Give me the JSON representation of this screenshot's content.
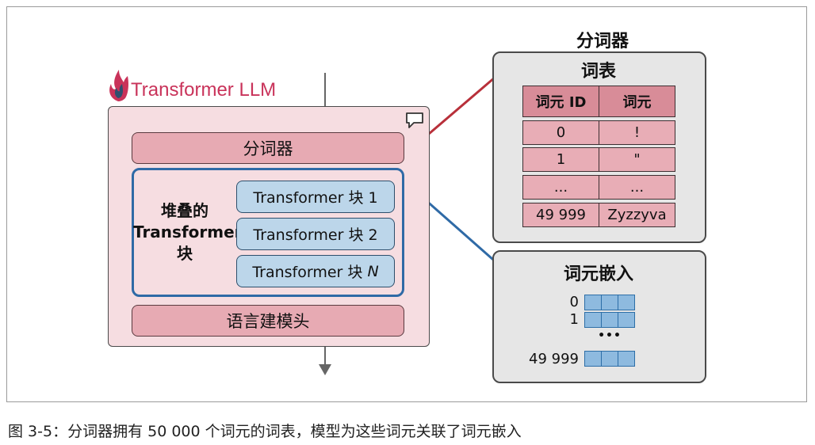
{
  "llm_title": "Transformer LLM",
  "tokenizer_label": "分词器",
  "stack_label_line1": "堆叠的",
  "stack_label_line2": "Transformer",
  "stack_label_line3": "块",
  "blocks": [
    "Transformer 块 1",
    "Transformer 块 2",
    "Transformer 块 "
  ],
  "block_last_suffix": "N",
  "lm_head_label": "语言建模头",
  "tokenizer_panel_title": "分词器",
  "vocab_title": "词表",
  "vocab_table": {
    "headers": [
      "词元 ID",
      "词元"
    ],
    "rows": [
      [
        "0",
        "!"
      ],
      [
        "1",
        "\""
      ],
      [
        "...",
        "..."
      ],
      [
        "49 999",
        "Zyzzyva"
      ]
    ]
  },
  "embedding_title": "词元嵌入",
  "embedding_rows": [
    "0",
    "1",
    "49 999"
  ],
  "embedding_dots": "•••",
  "caption": "图 3-5：分词器拥有 50 000 个词元的词表，模型为这些词元关联了词元嵌入",
  "colors": {
    "pink": "#e7aab3",
    "red_connector": "#b8303a",
    "blue_connector": "#2f6aa6",
    "title_pink": "#c9335a"
  }
}
